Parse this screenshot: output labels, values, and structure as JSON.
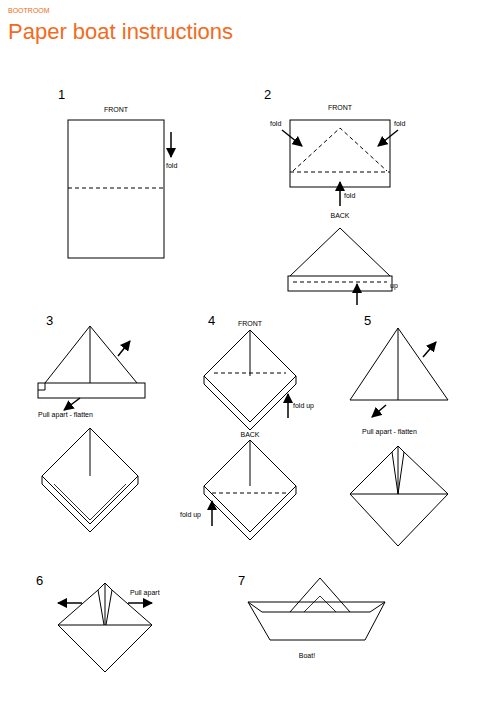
{
  "diagram": {
    "title": "Paper boat instructions",
    "labels": [
      "BOOTROOM",
      "1",
      "FRONT",
      "fold",
      "2",
      "FRONT",
      "fold",
      "fold",
      "fold",
      "BACK",
      "up",
      "3",
      "Pull apart - flatten",
      "4",
      "FRONT",
      "fold up",
      "BACK",
      "fold up",
      "5",
      "Pull apart - flatten",
      "6",
      "Pull apart",
      "7",
      "Boat!"
    ]
  }
}
